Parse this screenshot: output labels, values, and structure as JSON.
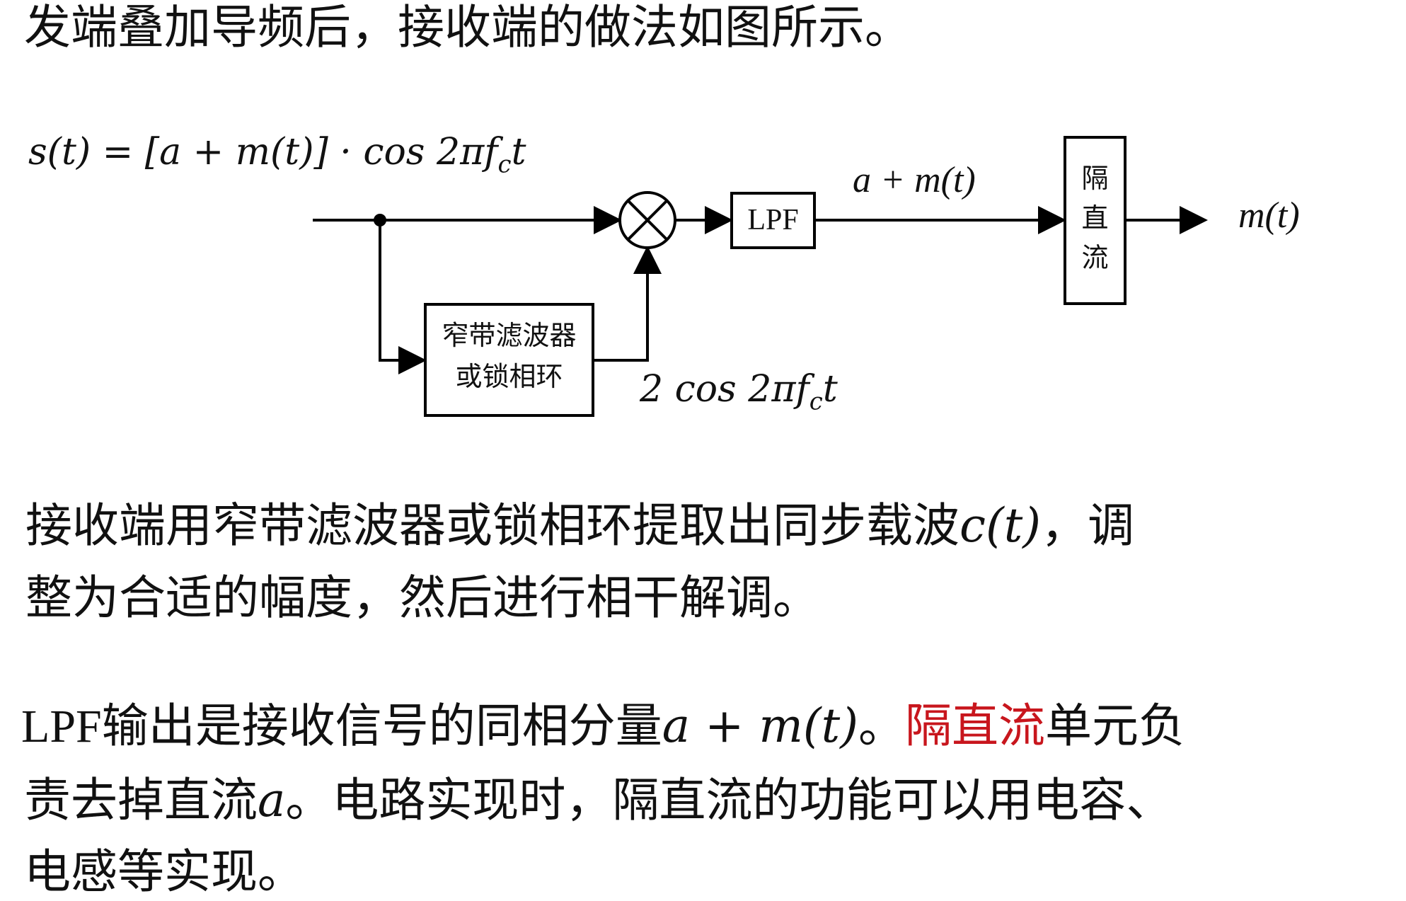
{
  "heading": "发端叠加导频后，接收端的做法如图所示。",
  "diagram": {
    "input_formula": "s(t) = [a + m(t)] · cos 2πf",
    "input_formula_sub": "c",
    "input_formula_tail": "t",
    "filter_box_line1": "窄带滤波器",
    "filter_box_line2": "或锁相环",
    "carrier_label": "2 cos 2πf",
    "carrier_label_sub": "c",
    "carrier_label_tail": "t",
    "multiplier_symbol": "multiplier-icon",
    "lpf_label": "LPF",
    "lpf_output_label": "a + m(t)",
    "dc_block_chars": [
      "隔",
      "直",
      "流"
    ],
    "output_label": "m(t)"
  },
  "paragraph2": {
    "line1_text": "接收端用窄带滤波器或锁相环提取出同步载波",
    "line1_math": "c(t)",
    "line1_tail": "，调",
    "line2_text": "整为合适的幅度，然后进行相干解调。"
  },
  "paragraph3": {
    "line1_text": "LPF输出是接收信号的同相分量",
    "line1_math": "a + m(t)",
    "line1_punct": "。",
    "line1_highlight": "隔直流",
    "line1_tail": "单元负",
    "line2_text": "责去掉直流",
    "line2_math": "a",
    "line2_tail": "。电路实现时，隔直流的功能可以用电容、",
    "line3_text": "电感等实现。"
  },
  "colors": {
    "highlight": "#c8161d",
    "text": "#111111"
  }
}
